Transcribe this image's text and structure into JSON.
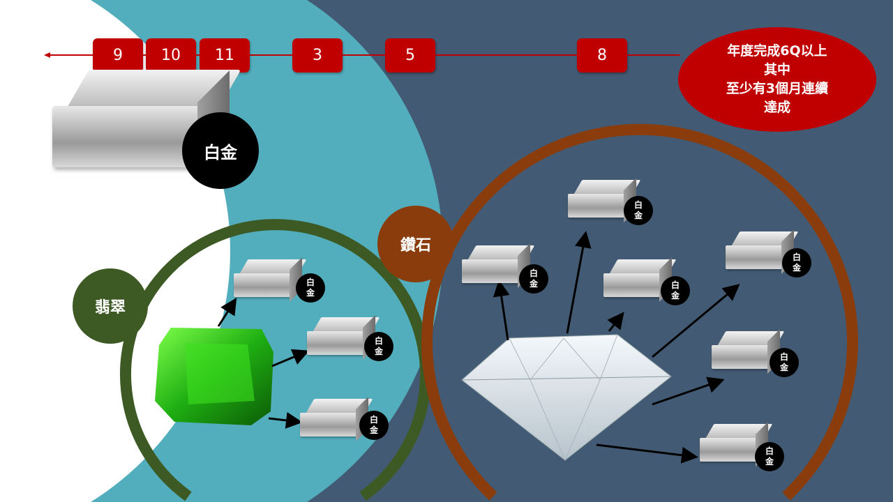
{
  "timeline": {
    "months": [
      "9",
      "10",
      "11",
      "3",
      "5",
      "8"
    ]
  },
  "goal": {
    "text": "年度完成6Q以上\n其中\n至少有3個月連續\n達成"
  },
  "tiers": {
    "platinum": "白金",
    "emerald": "翡翠",
    "diamond": "鑽石"
  },
  "colors": {
    "accent": "#c00000",
    "teal": "#52aebd",
    "navy": "#425a73",
    "emerald": "#3d5a25",
    "diamond": "#8b3c0c"
  }
}
